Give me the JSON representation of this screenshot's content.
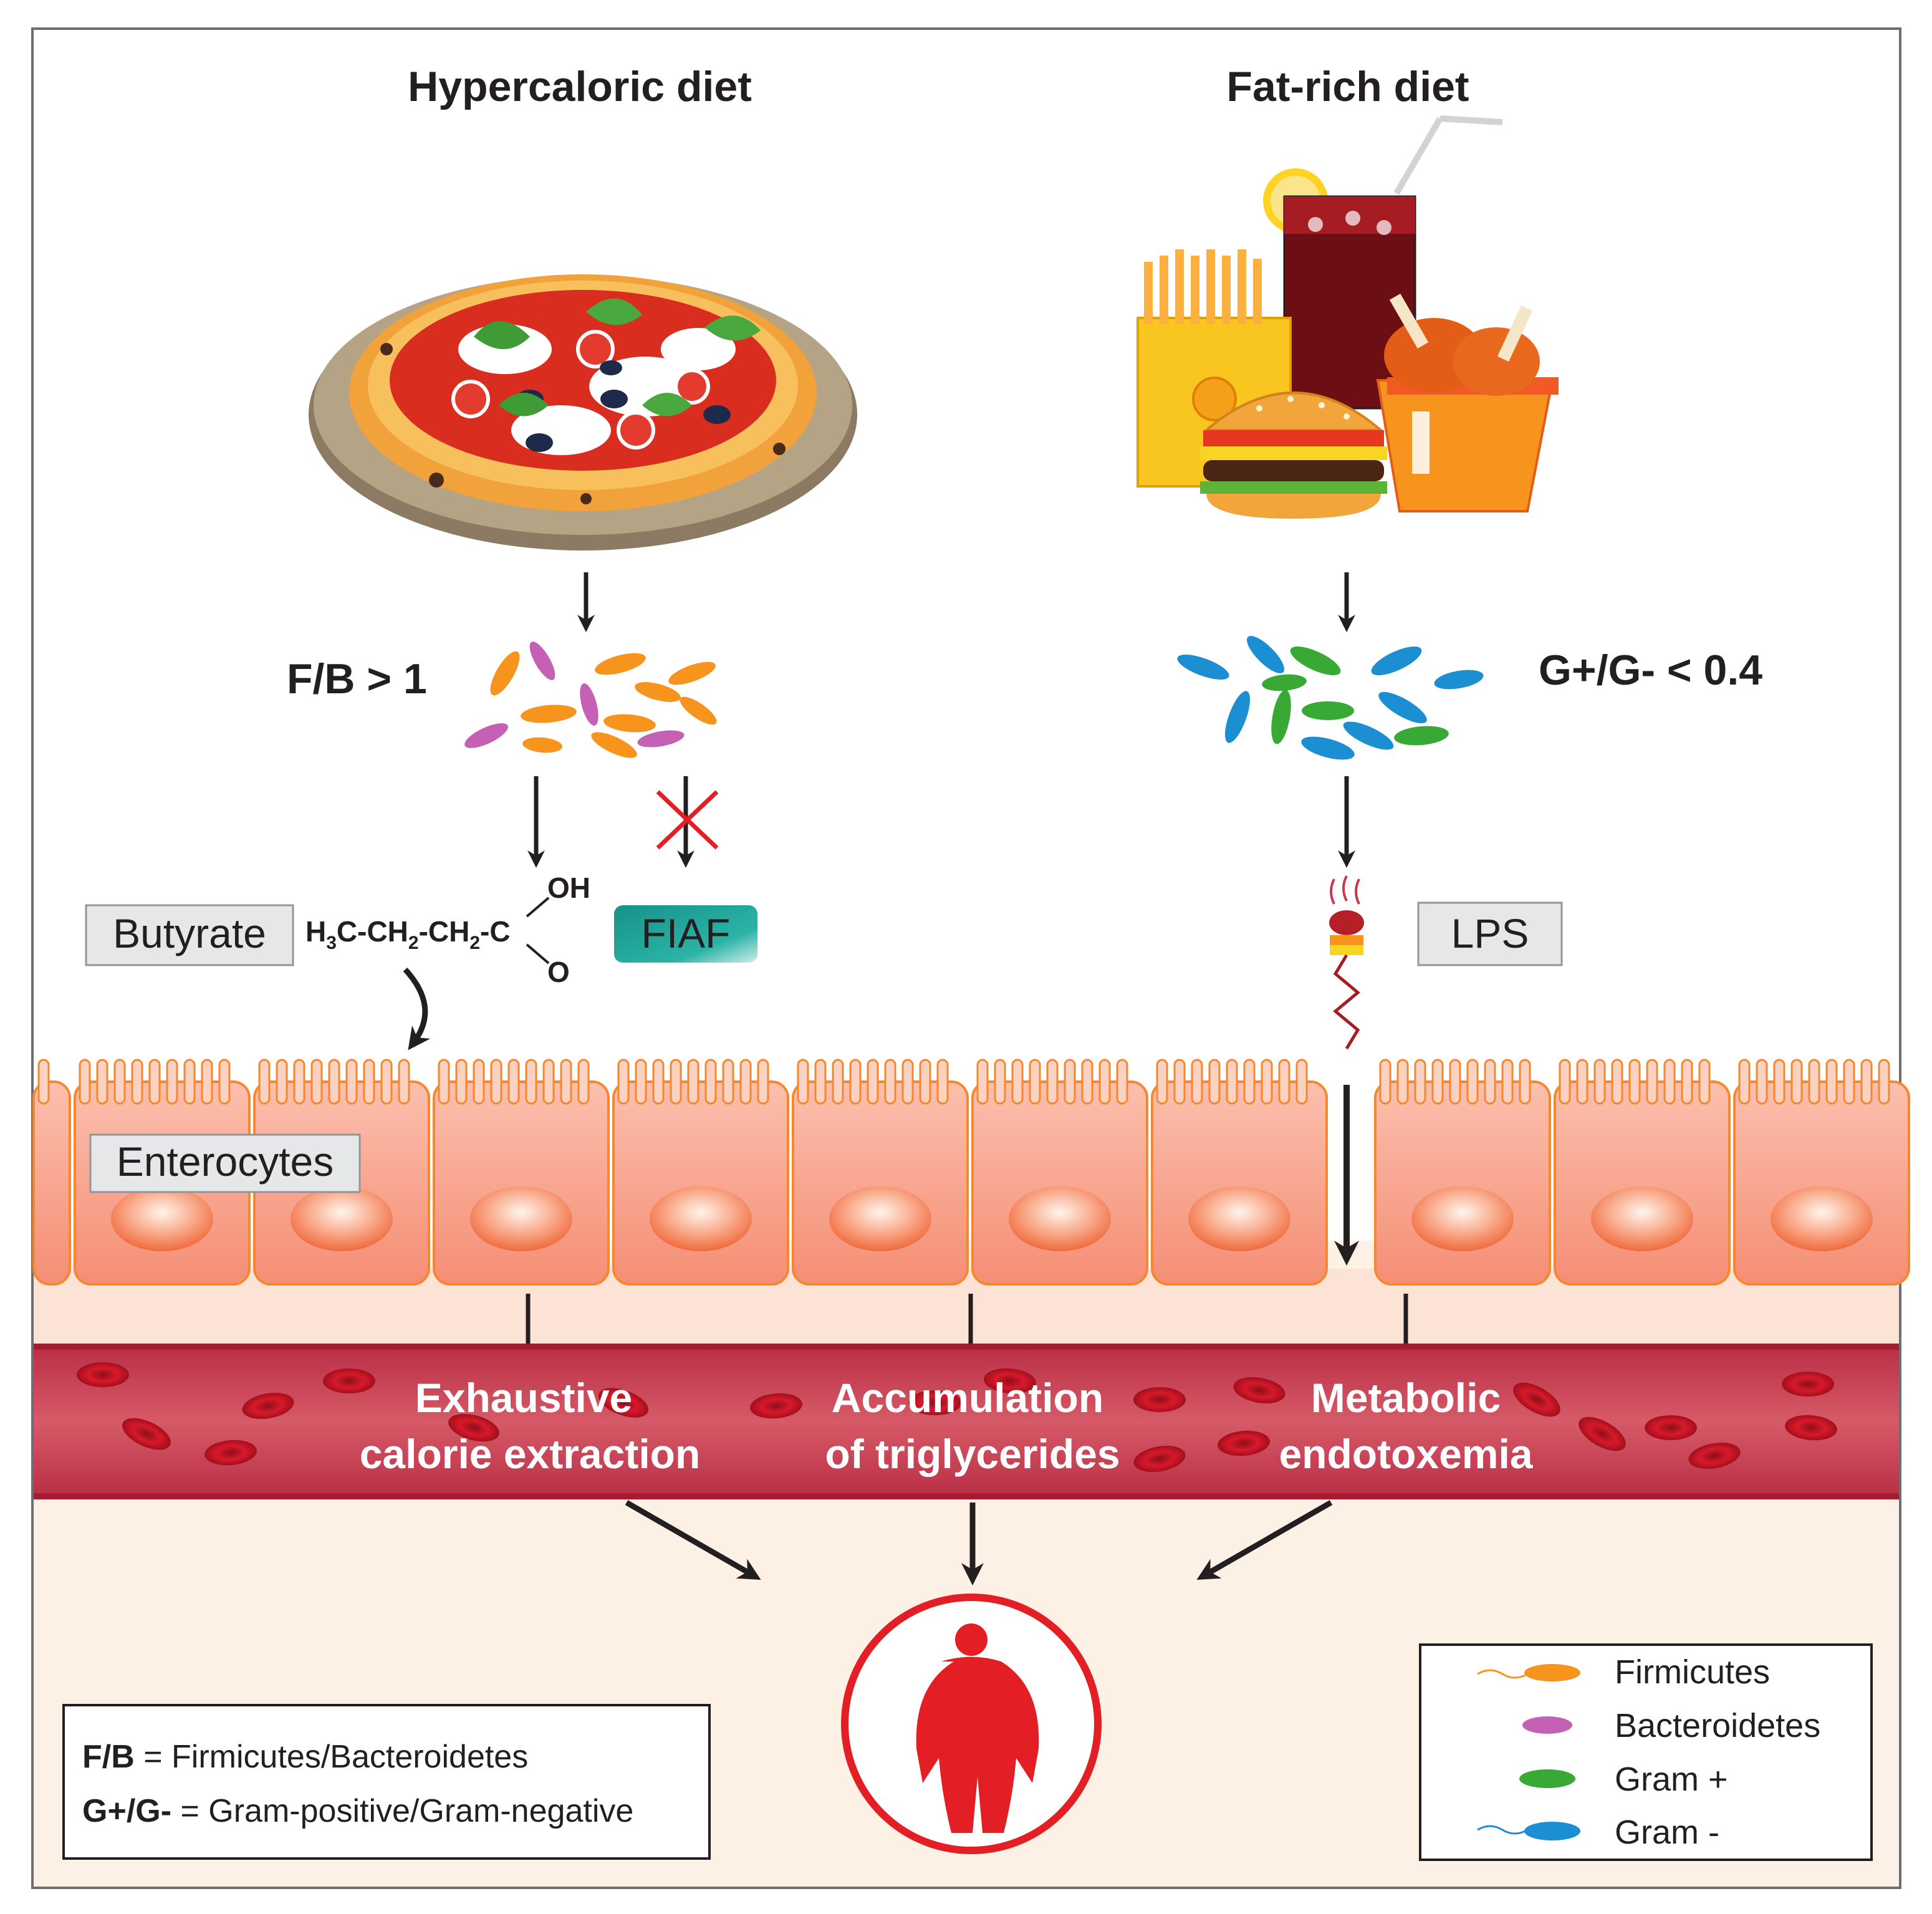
{
  "titles": {
    "left": "Hypercaloric diet",
    "right": "Fat-rich diet"
  },
  "ratios": {
    "fb": "F/B > 1",
    "gg": "G+/G- < 0.4"
  },
  "labels": {
    "butyrate": "Butyrate",
    "fiaf": "FIAF",
    "lps": "LPS",
    "enterocytes": "Enterocytes"
  },
  "formula": {
    "h": "H",
    "s3": "3",
    "c1": "C-CH",
    "s2a": "2",
    "c2": "-CH",
    "s2b": "2",
    "c3": "-C",
    "oh": "OH",
    "o": "O"
  },
  "effects": {
    "exhaustive": [
      "Exhaustive",
      "calorie extraction"
    ],
    "accumulation": [
      "Accumulation",
      "of triglycerides"
    ],
    "metabolic": [
      "Metabolic",
      "endotoxemia"
    ]
  },
  "abbrev": {
    "fb_key": "F/B",
    "fb_text": " = Firmicutes/Bacteroidetes",
    "gg_key": "G+/G-",
    "gg_text": " = Gram-positive/Gram-negative"
  },
  "legend": {
    "items": [
      {
        "label": "Firmicutes",
        "color": "#f7941d"
      },
      {
        "label": "Bacteroidetes",
        "color": "#c561b4"
      },
      {
        "label": "Gram +",
        "color": "#39a935"
      },
      {
        "label": "Gram -",
        "color": "#1b8fd2"
      }
    ]
  },
  "colors": {
    "cell": "#f8a28a",
    "cell_edge": "#f5882f",
    "vessel": "#c8384a",
    "rbc": "#d7192b",
    "fiaf_bg": "#1a9e92",
    "obese": "#e31e24"
  }
}
